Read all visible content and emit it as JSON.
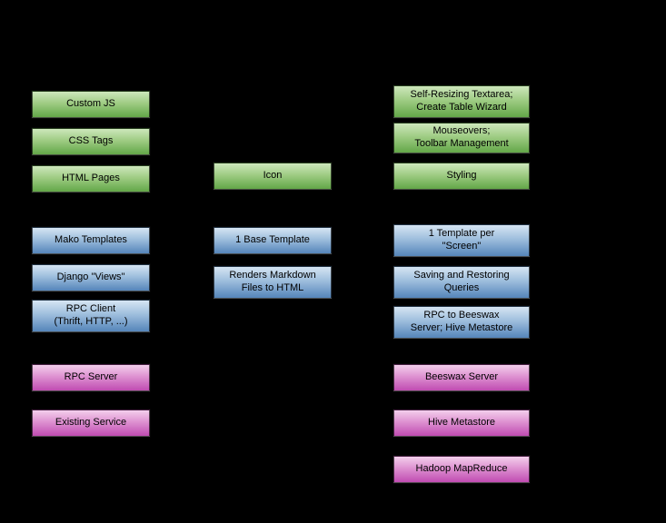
{
  "diagram": {
    "background": "#000000",
    "palette": {
      "green_top": "#cde7bc",
      "green_bottom": "#63a748",
      "blue_top": "#d6e5f3",
      "blue_bottom": "#5585ba",
      "magenta_top": "#f3cfec",
      "magenta_bottom": "#c04cb2",
      "label_text": "#000000"
    },
    "columns": {
      "left": {
        "boxes": [
          {
            "label": "Custom JS",
            "color": "green"
          },
          {
            "label": "CSS Tags",
            "color": "green"
          },
          {
            "label": "HTML Pages",
            "color": "green"
          },
          {
            "label": "Mako Templates",
            "color": "blue"
          },
          {
            "label": "Django \"Views\"",
            "color": "blue"
          },
          {
            "label": "RPC Client\n(Thrift, HTTP, ...)",
            "color": "blue"
          },
          {
            "label": "RPC Server",
            "color": "magenta"
          },
          {
            "label": "Existing Service",
            "color": "magenta"
          }
        ]
      },
      "middle": {
        "boxes": [
          {
            "label": "Icon",
            "color": "green"
          },
          {
            "label": "1 Base Template",
            "color": "blue"
          },
          {
            "label": "Renders Markdown\nFiles to HTML",
            "color": "blue"
          }
        ]
      },
      "right": {
        "boxes": [
          {
            "label": "Self-Resizing Textarea;\nCreate Table Wizard",
            "color": "green"
          },
          {
            "label": "Mouseovers;\nToolbar Management",
            "color": "green"
          },
          {
            "label": "Styling",
            "color": "green"
          },
          {
            "label": "1 Template per\n\"Screen\"",
            "color": "blue"
          },
          {
            "label": "Saving and Restoring\nQueries",
            "color": "blue"
          },
          {
            "label": "RPC to Beeswax\nServer; Hive Metastore",
            "color": "blue"
          },
          {
            "label": "Beeswax Server",
            "color": "magenta"
          },
          {
            "label": "Hive Metastore",
            "color": "magenta"
          },
          {
            "label": "Hadoop MapReduce",
            "color": "magenta"
          }
        ]
      }
    }
  }
}
